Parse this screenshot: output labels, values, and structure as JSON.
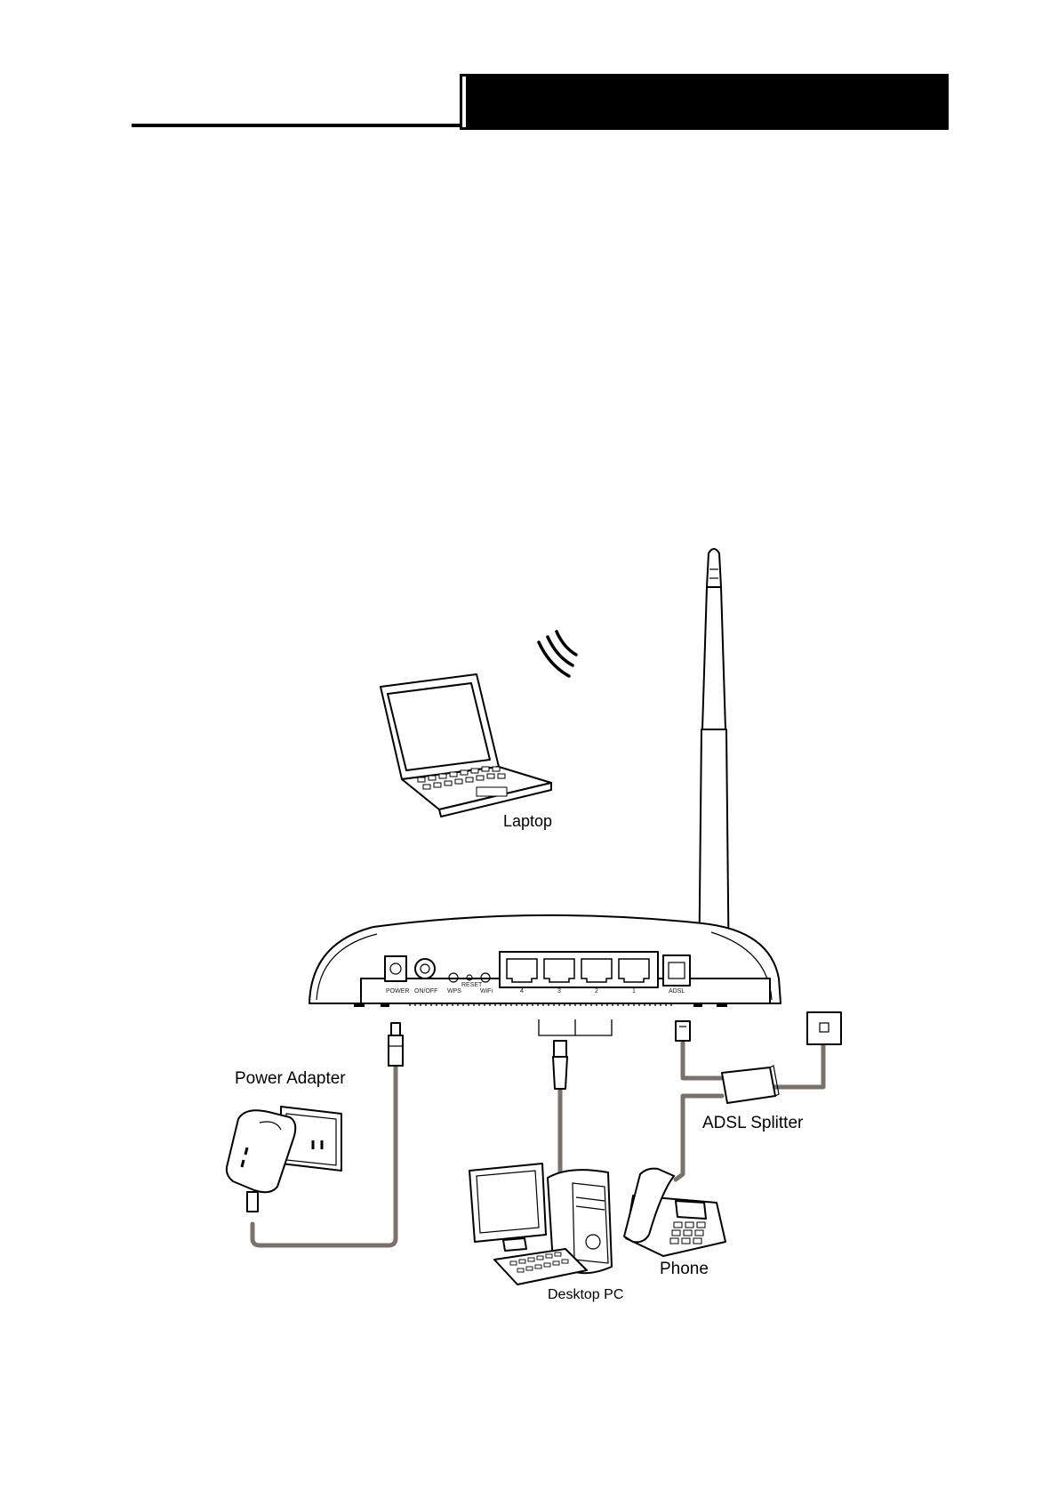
{
  "labels": {
    "laptop": "Laptop",
    "power_adapter": "Power Adapter",
    "adsl_splitter": "ADSL Splitter",
    "desktop_pc": "Desktop PC",
    "phone": "Phone"
  },
  "router_ports": {
    "power": "POWER",
    "on_off": "ON/OFF",
    "reset": "RESET",
    "wps": "WPS",
    "wifi": "WiFi",
    "lan": [
      "4",
      "3",
      "2",
      "1"
    ],
    "adsl": "ADSL"
  },
  "colors": {
    "cable": "#7a716a",
    "header": "#000000"
  }
}
